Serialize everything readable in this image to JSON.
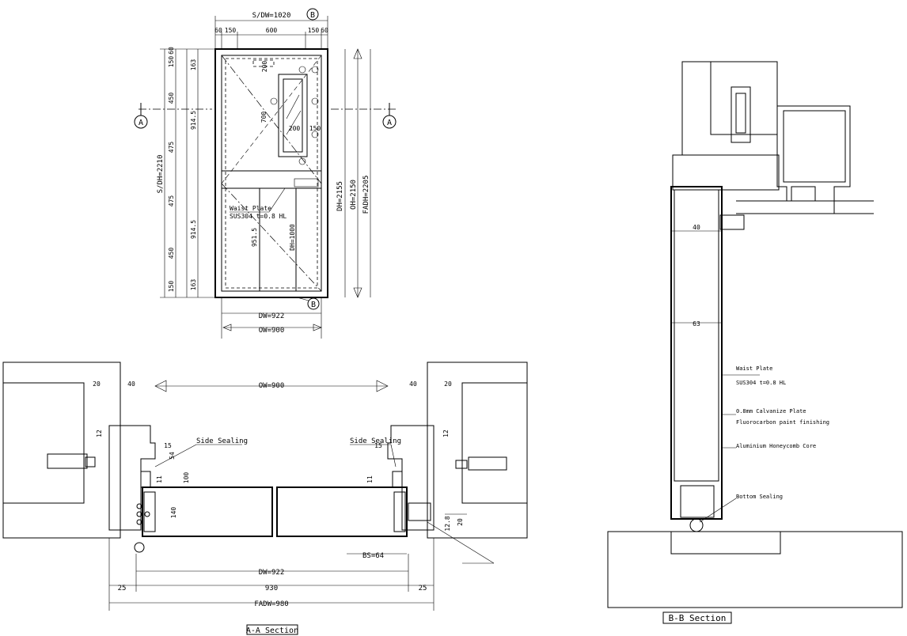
{
  "elevation": {
    "top_dims": [
      "S/DW=1020",
      "60",
      "150",
      "600",
      "150",
      "60"
    ],
    "left_chain": [
      "150",
      "60",
      "163",
      "450",
      "914.5",
      "475",
      "475",
      "914.5",
      "450",
      "163",
      "150"
    ],
    "overall_left": "S/DH=2210",
    "inner": [
      "200",
      "700",
      "200",
      "150",
      "951.5",
      "DH=1000"
    ],
    "right_dims": [
      "DH=2155",
      "OH=2150",
      "FADH=2205"
    ],
    "bottom_dims": [
      "DW=922",
      "OW=900"
    ],
    "waist_label": [
      "Waist Plate",
      "SUS304 t=0.8 HL"
    ],
    "markers": {
      "a": "A",
      "b": "B"
    }
  },
  "section_aa": {
    "dims": [
      "OW=900",
      "40",
      "40",
      "20",
      "20",
      "15",
      "15",
      "54",
      "100",
      "11",
      "11",
      "12",
      "12",
      "140",
      "DW=922",
      "BS=64",
      "930",
      "25",
      "25",
      "FADW=980",
      "12.8",
      "20"
    ],
    "labels": [
      "Side Sealing",
      "Side Sealing"
    ],
    "title": "A-A Section"
  },
  "section_bb": {
    "dims": [
      "40",
      "63"
    ],
    "notes": [
      "Waist Plate",
      "SUS304 t=0.8 HL",
      "0.8mm Calvanize Plate",
      "Fluorocarbon paint finishing",
      "Aluminium Honeycomb Core",
      "Bottom Sealing"
    ],
    "title": "B-B Section"
  }
}
